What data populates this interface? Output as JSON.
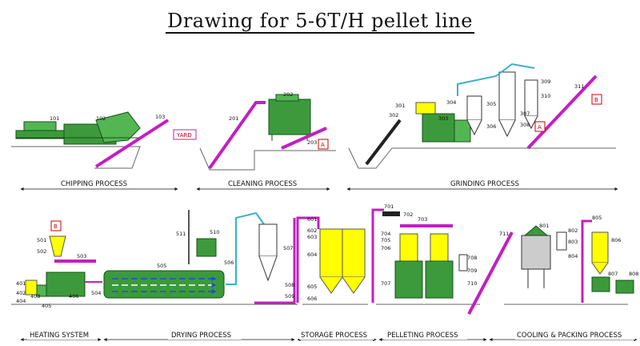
{
  "title": "Drawing for 5-6T/H pellet line",
  "processes": {
    "chipping": "CHIPPING PROCESS",
    "cleaning": "CLEANING PROCESS",
    "grinding": "GRINDING PROCESS",
    "heating": "HEATING SYSTEM",
    "drying": "DRYING PROCESS",
    "storage": "STORAGE PROCESS",
    "pelleting": "PELLETING PROCESS",
    "cooling": "COOLING & PACKING PROCESS"
  },
  "markers": {
    "yard": "YARD",
    "a1": "A",
    "a2": "A",
    "b1": "B",
    "b2": "B"
  },
  "labels": {
    "l101": "101",
    "l102": "102",
    "l103": "103",
    "l201": "201",
    "l202": "202",
    "l203": "203",
    "l301": "301",
    "l302": "302",
    "l303": "303",
    "l304": "304",
    "l305": "305",
    "l306": "306",
    "l307": "307",
    "l308": "308",
    "l309": "309",
    "l310": "310",
    "l311": "311",
    "l401": "401",
    "l402": "402",
    "l403": "403",
    "l404": "404",
    "l405": "405",
    "l406": "406",
    "l501": "501",
    "l502": "502",
    "l503": "503",
    "l504": "504",
    "l505": "505",
    "l506": "506",
    "l507": "507",
    "l508": "508",
    "l509": "509",
    "l510": "510",
    "l511": "511",
    "l601": "601",
    "l602": "602",
    "l603": "603",
    "l604": "604",
    "l605": "605",
    "l606": "606",
    "l701": "701",
    "l702": "702",
    "l703": "703",
    "l704": "704",
    "l705": "705",
    "l706": "706",
    "l707": "707",
    "l708": "708",
    "l709": "709",
    "l710": "710",
    "l711": "711",
    "l801": "801",
    "l802": "802",
    "l803": "803",
    "l804": "804",
    "l805": "805",
    "l806": "806",
    "l807": "807",
    "l808": "808"
  },
  "colors": {
    "machine": "#3c9a3c",
    "conveyor": "#c21fc2",
    "silo": "#ffff00",
    "ground": "#666666",
    "marker": "#cc0000"
  }
}
